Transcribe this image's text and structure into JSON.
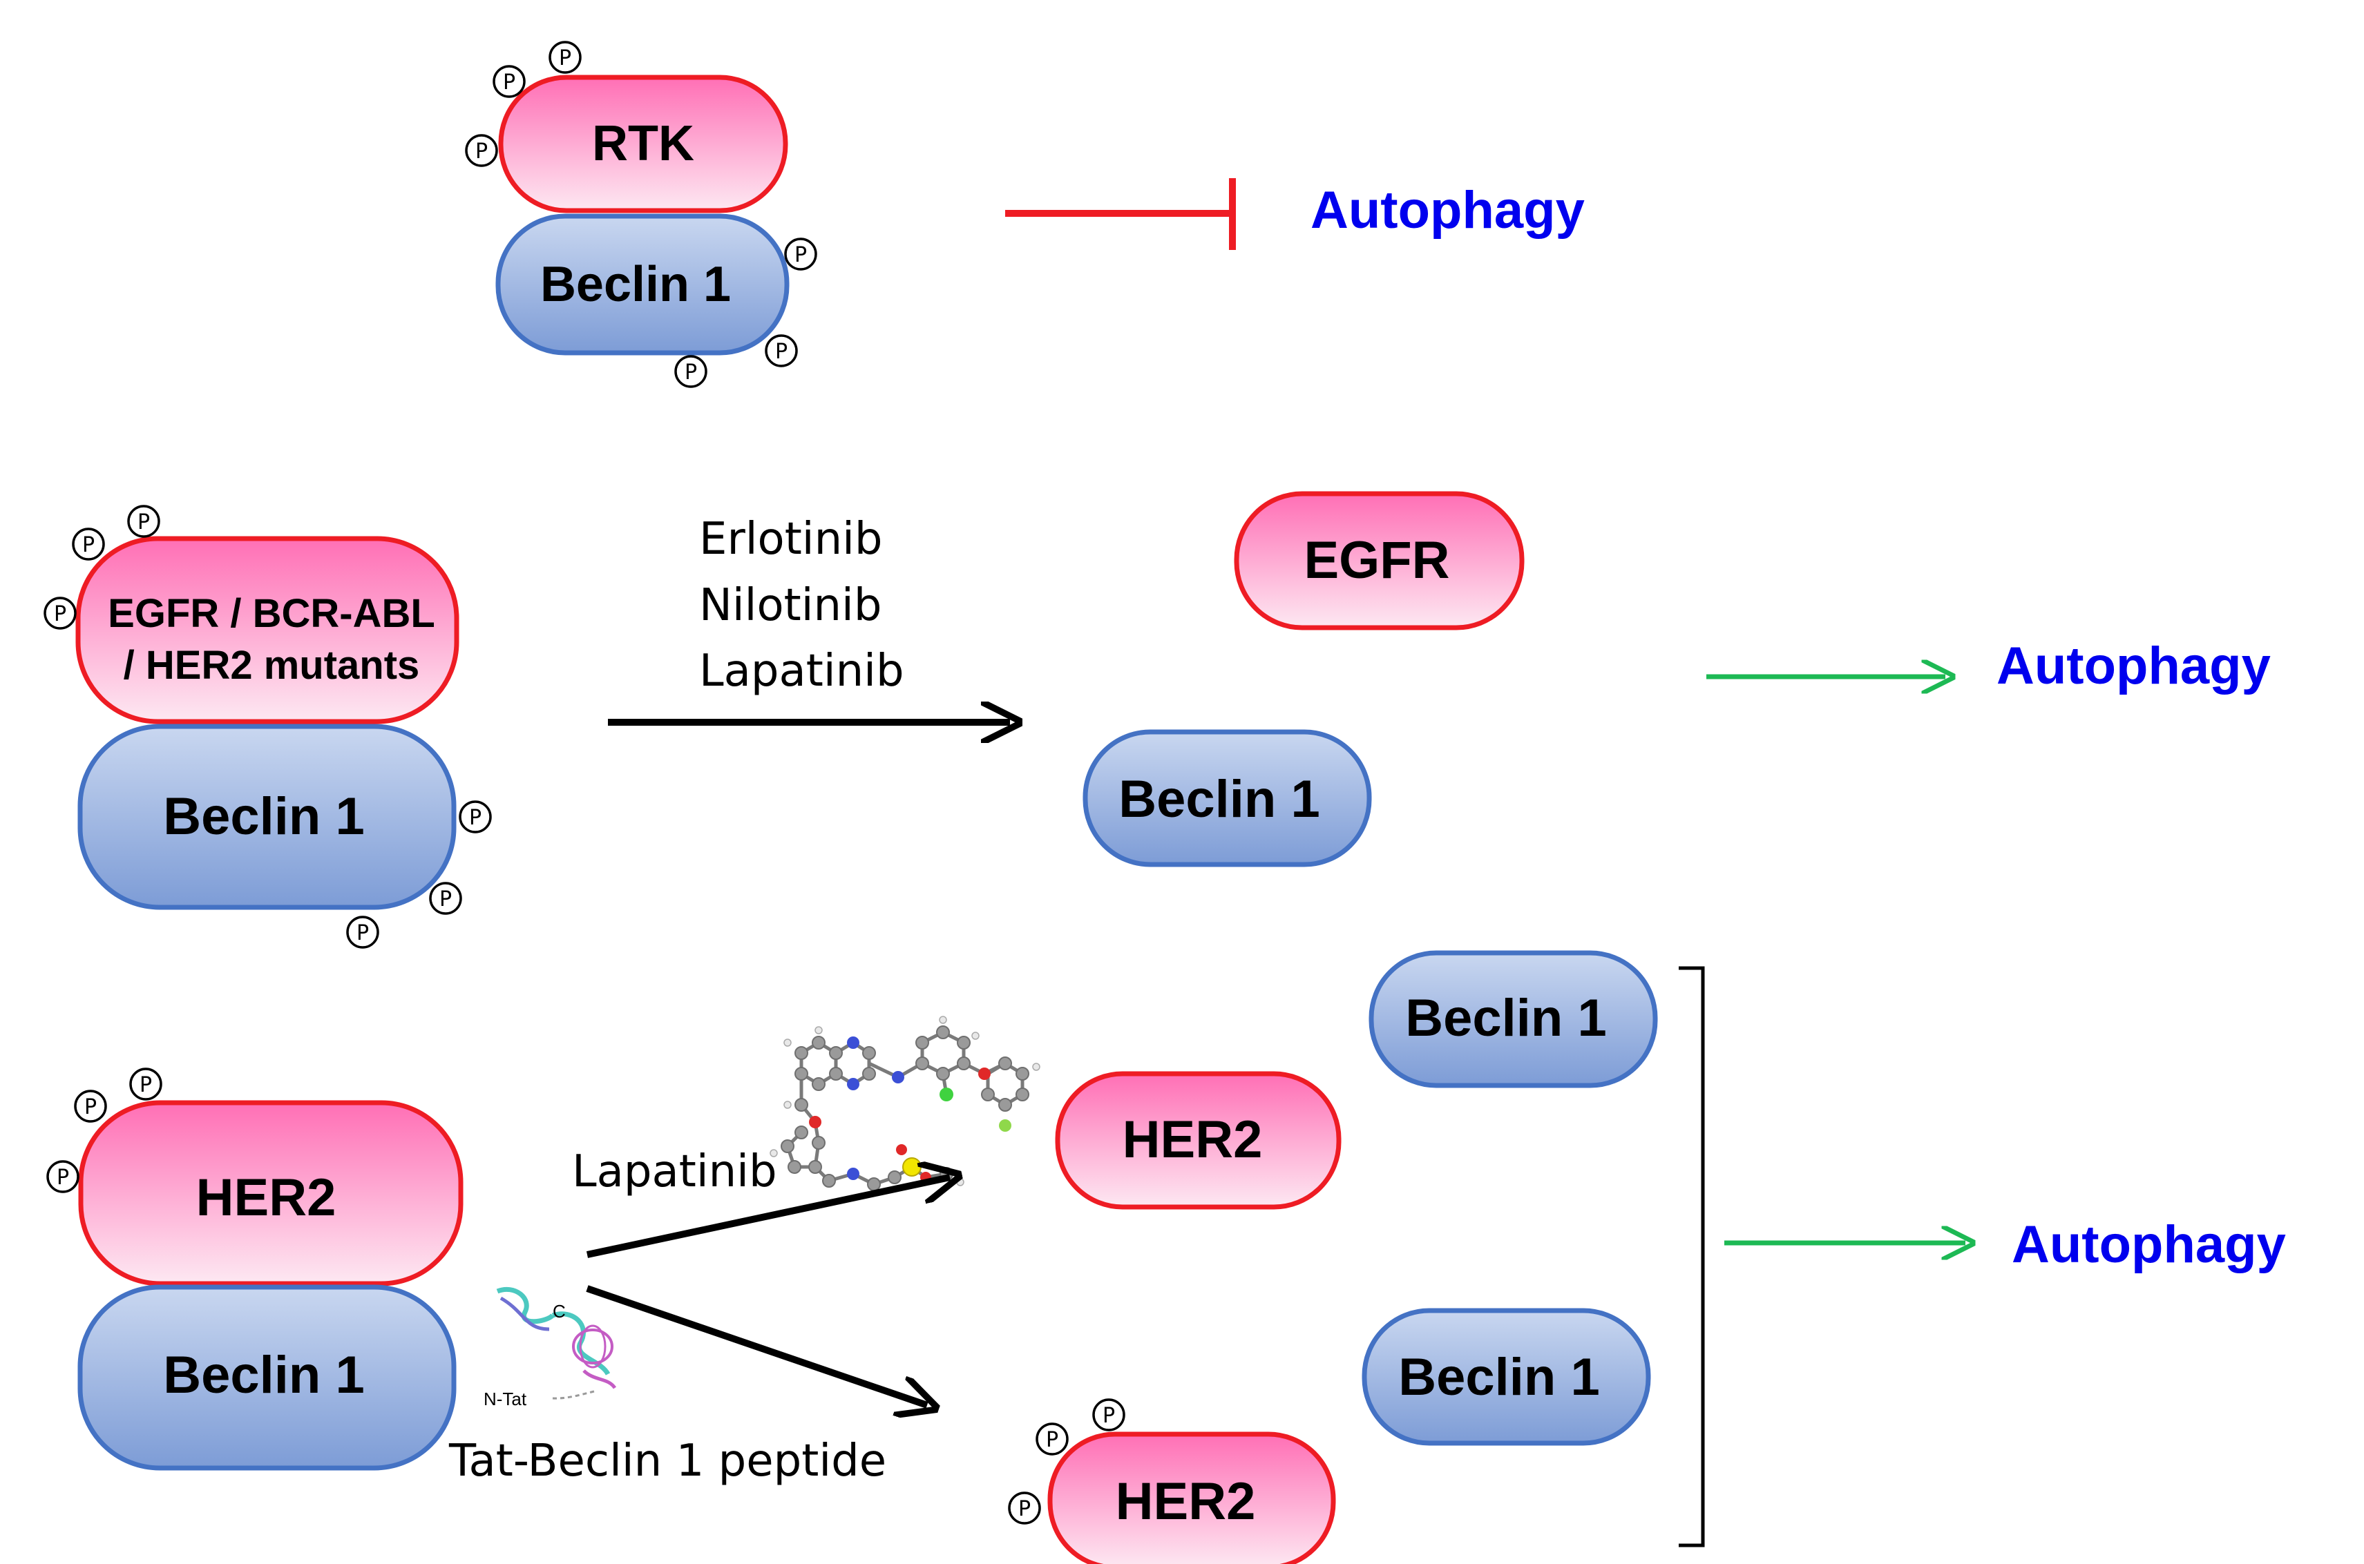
{
  "colors": {
    "pink_fill_top": "#ff6fb5",
    "pink_fill_bottom": "#fde8f2",
    "pink_stroke": "#ee1c24",
    "blue_fill_top": "#7d9cd6",
    "blue_fill_bottom": "#c9d7f0",
    "blue_stroke": "#4472c4",
    "inhibit": "#ee1c24",
    "activate": "#1db954",
    "drug_arrow": "#000000",
    "autophagy_text": "#0000ee"
  },
  "phospho_symbol": "P",
  "panel1": {
    "rtk_label": "RTK",
    "beclin_label": "Beclin 1",
    "autophagy_label": "Autophagy"
  },
  "panel2": {
    "complex_line1": "EGFR / BCR-ABL",
    "complex_line2": "/ HER2 mutants",
    "beclin_label": "Beclin 1",
    "drugs": [
      "Erlotinib",
      "Nilotinib",
      "Lapatinib"
    ],
    "released_rtk_label": "EGFR",
    "released_beclin_label": "Beclin 1",
    "autophagy_label": "Autophagy"
  },
  "panel3": {
    "her2_label": "HER2",
    "beclin_label": "Beclin 1",
    "drug_label": "Lapatinib",
    "peptide_label": "Tat-Beclin 1 peptide",
    "peptide_c_label": "C",
    "peptide_n_label": "N-Tat",
    "result_beclin_top": "Beclin 1",
    "result_her2": "HER2",
    "result_beclin_bottom": "Beclin 1",
    "result_her2_phospho": "HER2",
    "autophagy_label": "Autophagy"
  }
}
